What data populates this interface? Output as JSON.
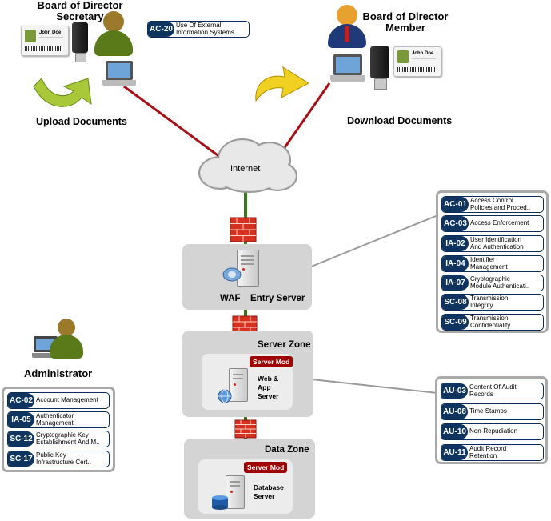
{
  "roles": {
    "secretary": "Board of Director\nSecretary",
    "member": "Board of Director\nMember",
    "administrator": "Administrator"
  },
  "actions": {
    "upload": "Upload Documents",
    "download": "Download Documents"
  },
  "id_card_name": "John Doe",
  "internet_label": "Internet",
  "zones": {
    "entry": {
      "waf": "WAF",
      "title": "Entry Server"
    },
    "server": {
      "title": "Server Zone",
      "badge": "Server Mod",
      "server_name": "Web &\nApp\nServer"
    },
    "data": {
      "title": "Data Zone",
      "badge": "Server Mod",
      "server_name": "Database\nServer"
    }
  },
  "controls": {
    "external": [
      {
        "code": "AC-20",
        "name": "Use Of External\nInformation Systems"
      }
    ],
    "entry": [
      {
        "code": "AC-01",
        "name": "Access Control\nPolicies and Proced.."
      },
      {
        "code": "AC-03",
        "name": "Access Enforcement"
      },
      {
        "code": "IA-02",
        "name": "User Identification\nAnd Authentication"
      },
      {
        "code": "IA-04",
        "name": "Identifier\nManagement"
      },
      {
        "code": "IA-07",
        "name": "Cryptographic\nModule Authenticati.."
      },
      {
        "code": "SC-08",
        "name": "Transmission\nIntegrity"
      },
      {
        "code": "SC-09",
        "name": "Transmission\nConfidentiality"
      }
    ],
    "audit": [
      {
        "code": "AU-03",
        "name": "Content Of Audit\nRecords"
      },
      {
        "code": "AU-08",
        "name": "Time Stamps"
      },
      {
        "code": "AU-10",
        "name": "Non-Repudiation"
      },
      {
        "code": "AU-11",
        "name": "Audit Record\nRetention"
      }
    ],
    "admin": [
      {
        "code": "AC-02",
        "name": "Account Management"
      },
      {
        "code": "IA-05",
        "name": "Authenticator\nManagement"
      },
      {
        "code": "SC-12",
        "name": "Cryptographic Key\nEstablishment And M.."
      },
      {
        "code": "SC-17",
        "name": "Public Key\nInfrastructure Cert.."
      }
    ]
  },
  "colors": {
    "link_red": "#a50f15",
    "zone_gray": "#d4d4d4",
    "control_navy": "#0f3460",
    "badge_red": "#a00000",
    "vertical_link_green": "#3a7a1a"
  }
}
